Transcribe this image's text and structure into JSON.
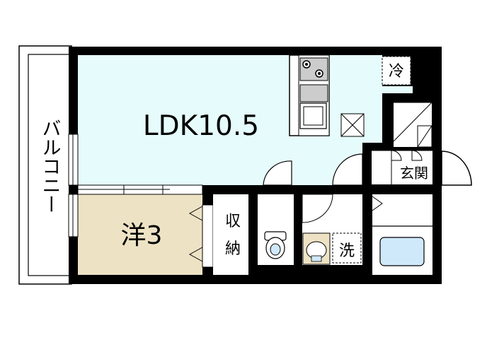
{
  "floorplan": {
    "rooms": {
      "ldk": {
        "label": "LDK10.5",
        "fill": "#e6fcfc"
      },
      "western": {
        "label": "洋3",
        "fill": "#ede3c4"
      },
      "storage": {
        "label_top": "収",
        "label_bottom": "納"
      },
      "balcony": {
        "label": "バルコニー"
      },
      "entrance": {
        "label": "玄関"
      },
      "washroom": {
        "label": "洗"
      },
      "fridge": {
        "label": "冷"
      }
    },
    "colors": {
      "wall": "#000000",
      "bath_fill": "#cfe8fa",
      "balcony_fill": "#ffffff"
    }
  }
}
